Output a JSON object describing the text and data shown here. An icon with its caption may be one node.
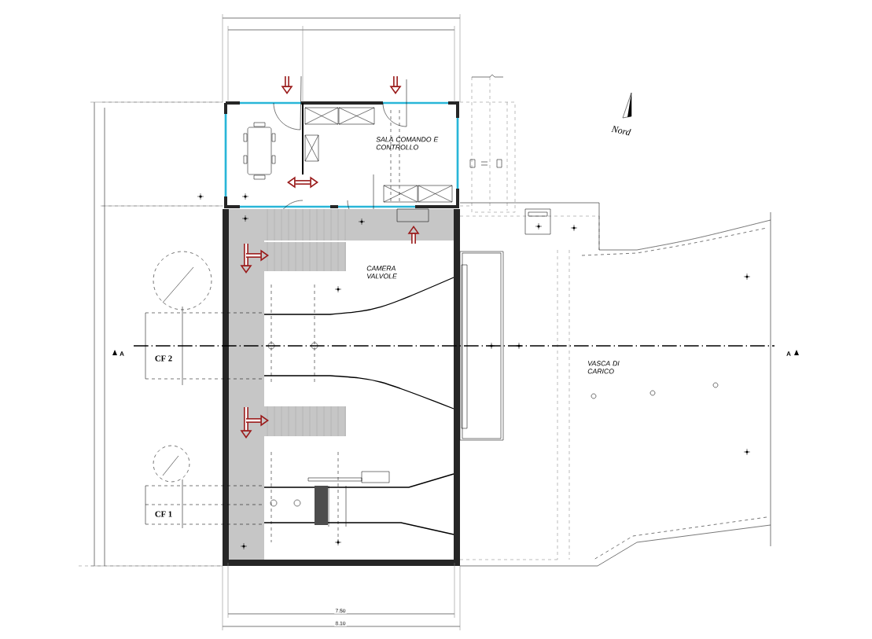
{
  "diagram": {
    "nodes": [
      {
        "text": [
          "SALA COMANDO E CONTROLLO"
        ]
      },
      {
        "text": [
          "CAMERA VALVOLE"
        ]
      },
      {
        "text": [
          "VASCA DI CARICO"
        ]
      }
    ],
    "labels": [
      "Nord",
      "A",
      "CF 2",
      "A",
      "CF 1",
      "7.50",
      "8.10"
    ]
  }
}
